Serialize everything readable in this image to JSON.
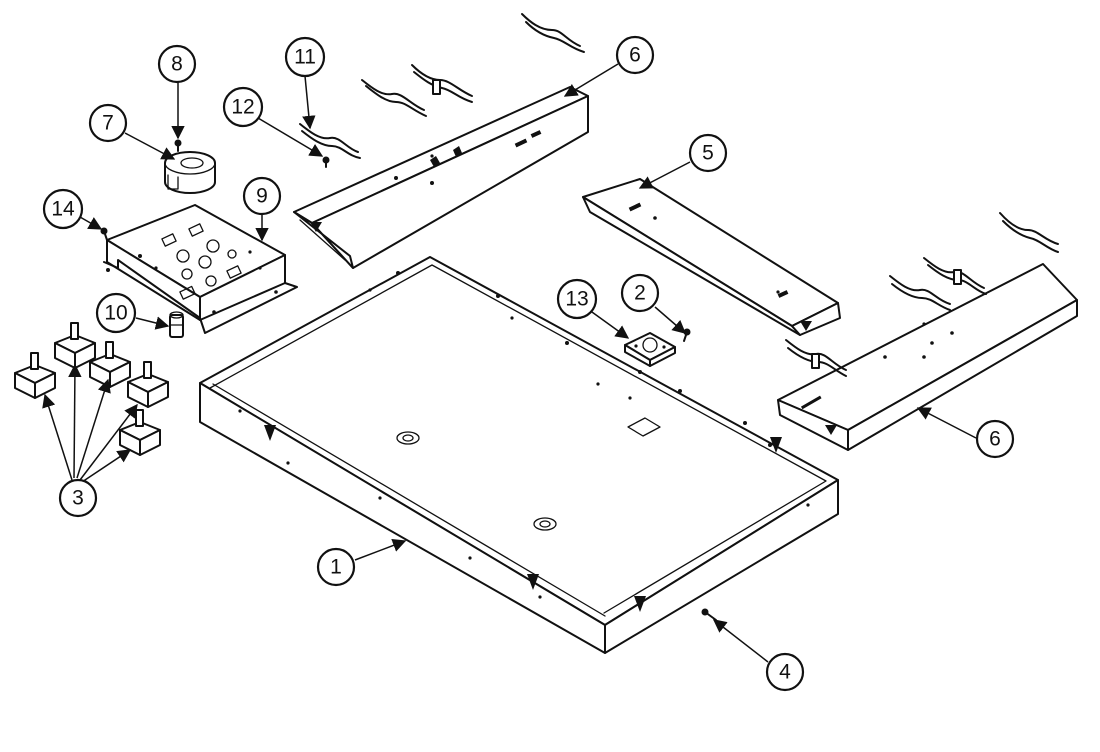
{
  "callouts": [
    {
      "id": "c1",
      "label": "1"
    },
    {
      "id": "c2",
      "label": "2"
    },
    {
      "id": "c3",
      "label": "3"
    },
    {
      "id": "c4",
      "label": "4"
    },
    {
      "id": "c5",
      "label": "5"
    },
    {
      "id": "c6a",
      "label": "6"
    },
    {
      "id": "c6b",
      "label": "6"
    },
    {
      "id": "c7",
      "label": "7"
    },
    {
      "id": "c8",
      "label": "8"
    },
    {
      "id": "c9",
      "label": "9"
    },
    {
      "id": "c10",
      "label": "10"
    },
    {
      "id": "c11",
      "label": "11"
    },
    {
      "id": "c12",
      "label": "12"
    },
    {
      "id": "c13",
      "label": "13"
    },
    {
      "id": "c14",
      "label": "14"
    }
  ],
  "colors": {
    "ink": "#111111",
    "paper": "#ffffff"
  }
}
